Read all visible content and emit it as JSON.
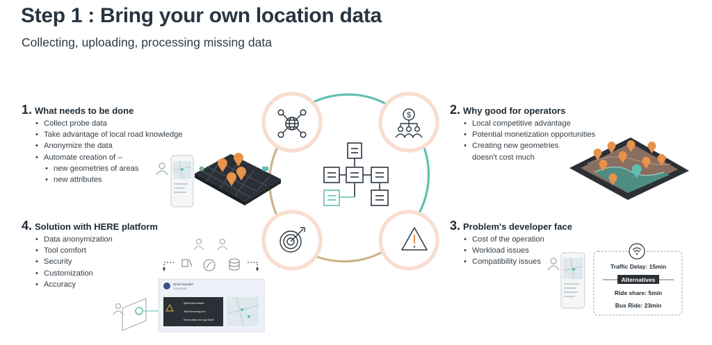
{
  "header": {
    "title": "Step 1 : Bring your own location data",
    "subtitle": "Collecting, uploading, processing missing data"
  },
  "sections": [
    {
      "number": "1.",
      "heading": "What needs to be done",
      "items": [
        "Collect probe data",
        "Take advantage of local road knowledge",
        "Anonymize the data",
        "Automate creation of –"
      ],
      "subitems": [
        "new geometries of areas",
        "new attributes"
      ]
    },
    {
      "number": "2.",
      "heading": "Why good for operators",
      "items": [
        "Local competitive advantage",
        "Potential monetization opportunities",
        "Creating new geometries"
      ],
      "continuation": "doesn't cost much"
    },
    {
      "number": "3.",
      "heading": "Problem's developer face",
      "items": [
        "Cost of the operation",
        "Workload issues",
        "Compatibility issues"
      ]
    },
    {
      "number": "4.",
      "heading": "Solution with HERE platform",
      "items": [
        "Data anonymization",
        "Tool comfort",
        "Security",
        "Customization",
        "Accuracy"
      ]
    }
  ],
  "traffic_popup": {
    "delay": "Traffic Delay: 15min",
    "alternatives_label": "Alternatives",
    "ride_share": "Ride share: 5min",
    "bus_ride": "Bus Ride: 23min"
  },
  "dashboard_mockup": {
    "card_title": "Driver Number",
    "card_subtitle": "1234567890",
    "alert_lines": [
      "Speed limit breach",
      "Took the wrong turn",
      "Drove down one way street"
    ]
  },
  "colors": {
    "teal": "#5fbfb0",
    "tan": "#c9b48a",
    "circle_fill": "#ffffff",
    "circle_ring": "#f8ddd0",
    "accent_orange": "#e8924a",
    "dark_map": "#2b2f36",
    "text": "#1f2a33"
  },
  "icons": [
    "network-globe-icon",
    "dollar-people-icon",
    "target-icon",
    "warning-triangle-icon",
    "flowchart-icon",
    "wifi-icon"
  ]
}
